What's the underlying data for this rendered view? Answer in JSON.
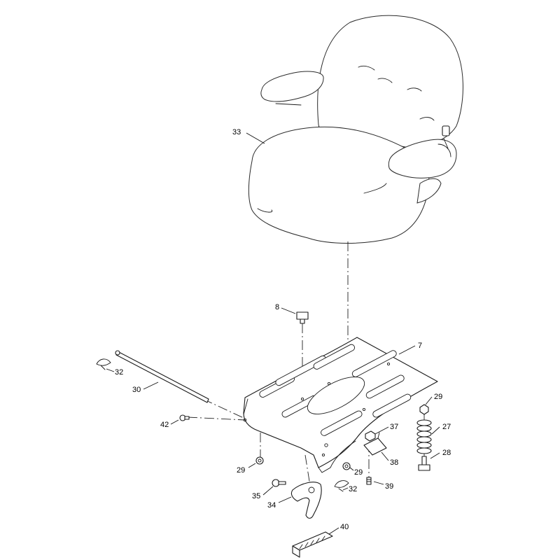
{
  "callouts": {
    "c33": "33",
    "c8": "8",
    "c7": "7",
    "c32a": "32",
    "c30": "30",
    "c42": "42",
    "c29a": "29",
    "c29b": "29",
    "c29c": "29",
    "c27": "27",
    "c28": "28",
    "c37": "37",
    "c38": "38",
    "c39": "39",
    "c32b": "32",
    "c35": "35",
    "c34": "34",
    "c40": "40"
  }
}
